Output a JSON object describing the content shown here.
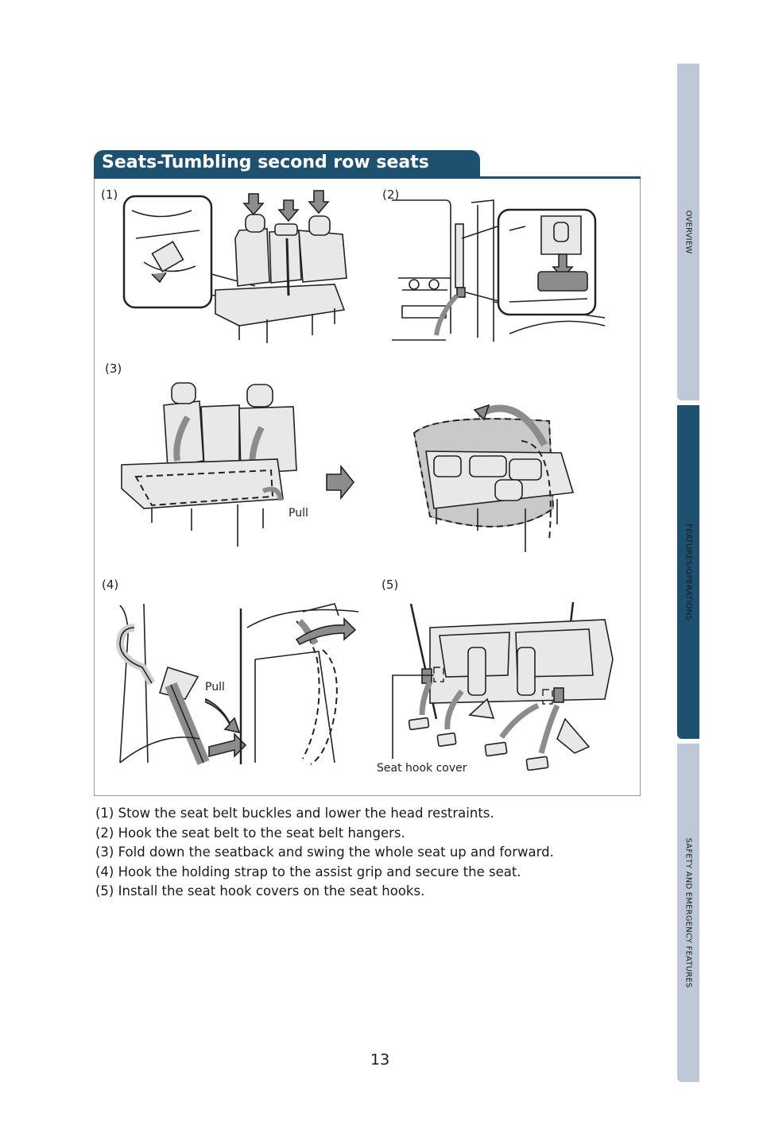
{
  "side_tabs": [
    {
      "label": "OVERVIEW",
      "active": false
    },
    {
      "label": "FEATURES/OPERATIONS",
      "active": true
    },
    {
      "label": "SAFETY AND EMERGENCY FEATURES",
      "active": false
    }
  ],
  "section_title": "Seats-Tumbling second row seats",
  "figure": {
    "step_labels": [
      "(1)",
      "(2)",
      "(3)",
      "(4)",
      "(5)"
    ],
    "pull_label_3": "Pull",
    "pull_label_4": "Pull",
    "seat_hook_cover_label": "Seat hook cover"
  },
  "instructions": [
    "(1) Stow the seat belt buckles and lower the head restraints.",
    "(2) Hook the seat belt to the seat belt hangers.",
    "(3) Fold down the seatback and swing the whole seat up and forward.",
    "(4) Hook the holding strap to the assist grip and secure the seat.",
    "(5) Install the seat hook covers on the seat hooks."
  ],
  "page_number": "13",
  "colors": {
    "accent": "#1e5070",
    "tab_inactive": "#bfc8d6",
    "arrow_gray": "#8c8c8c"
  }
}
